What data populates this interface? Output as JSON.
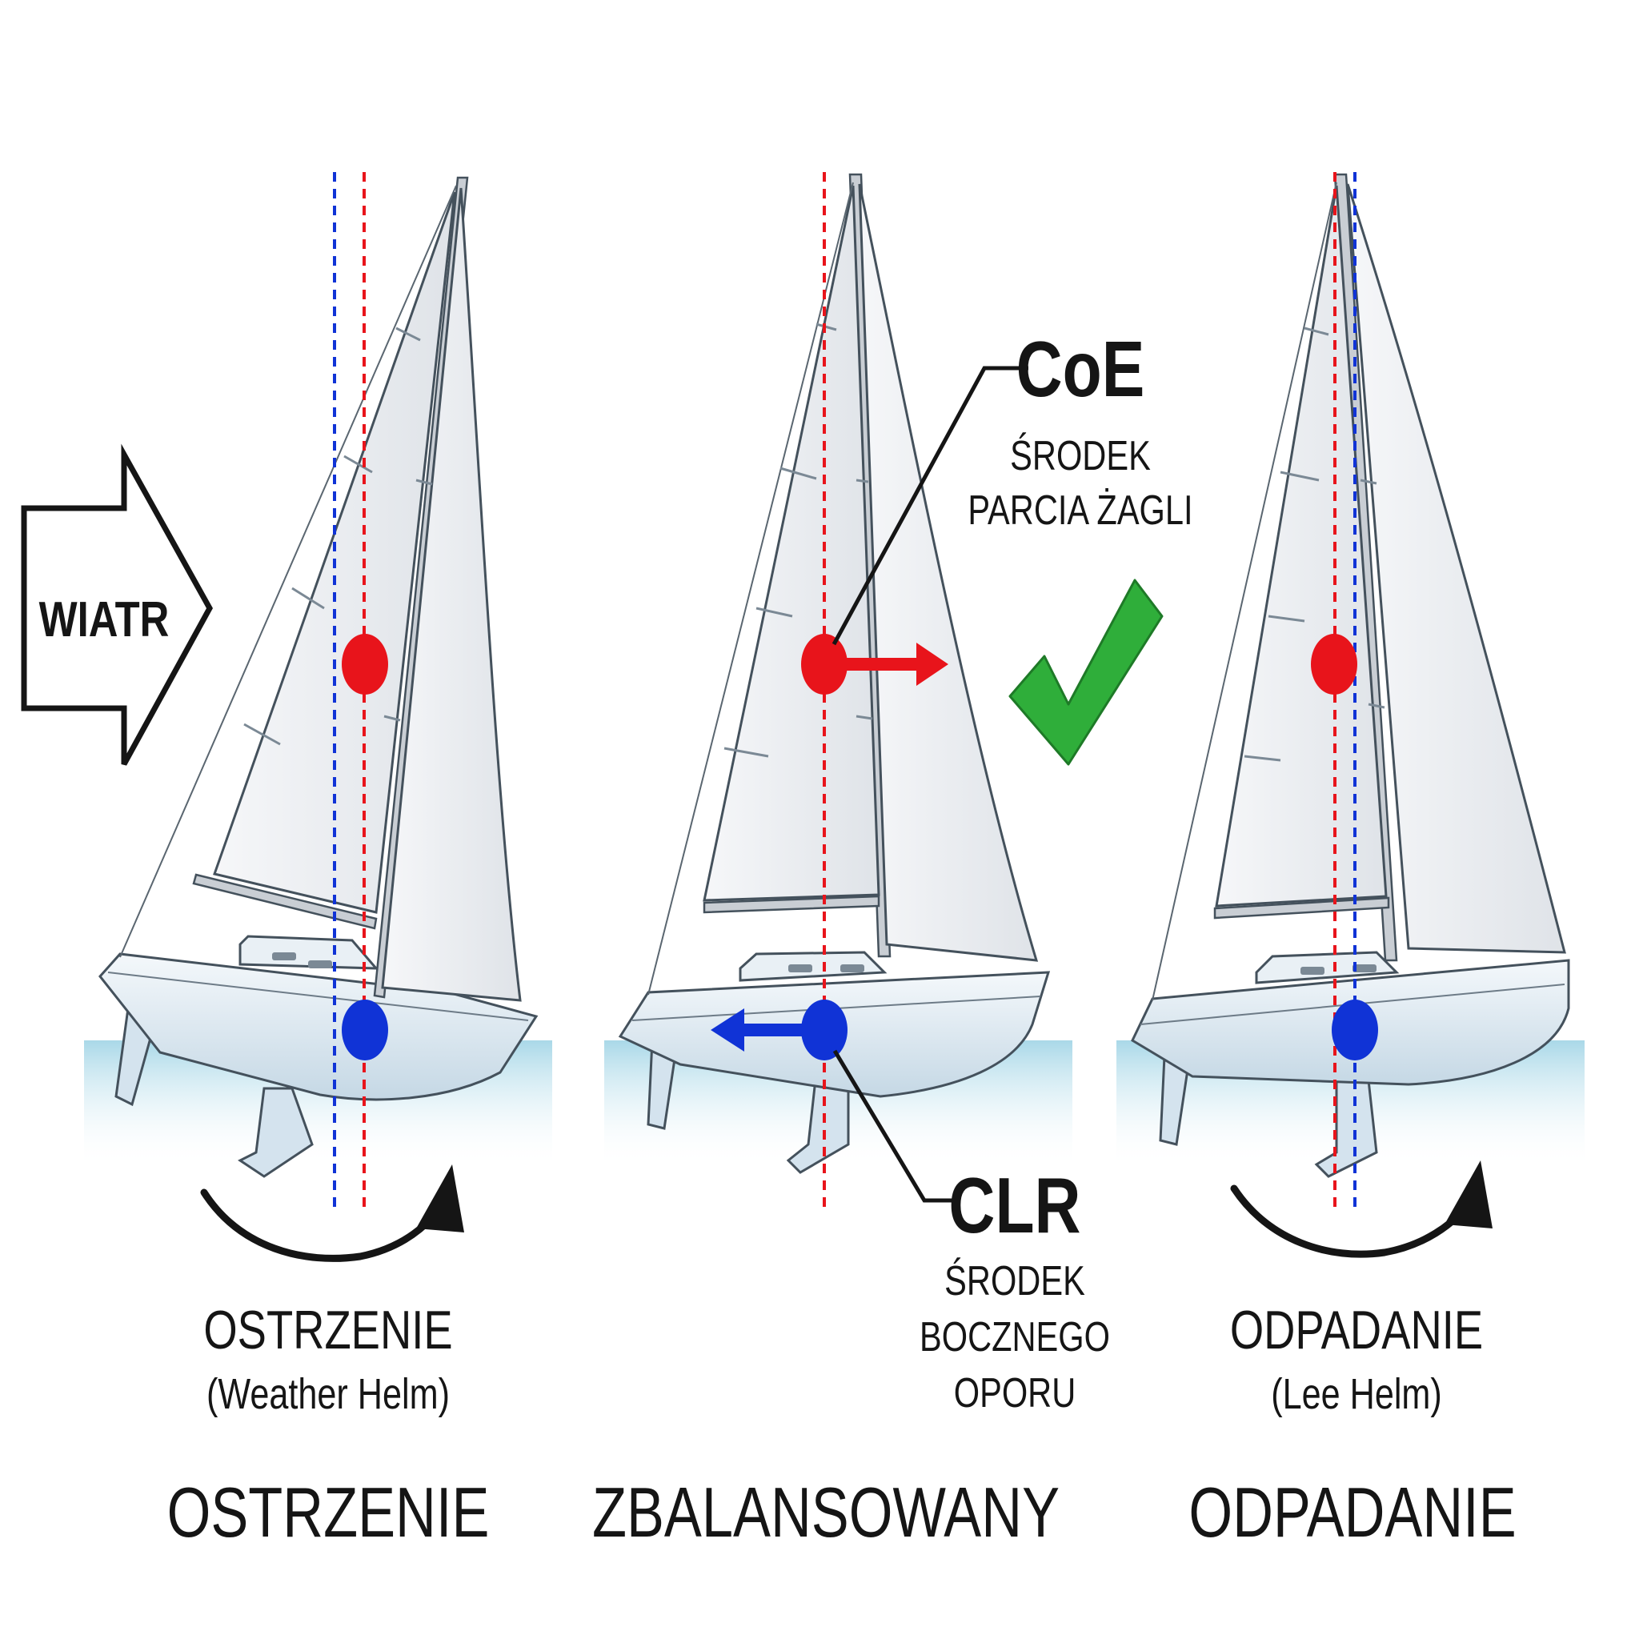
{
  "wind": {
    "label": "WIATR"
  },
  "coe": {
    "label": "CoE",
    "desc_line1": "ŚRODEK",
    "desc_line2": "PARCIA ŻAGLI"
  },
  "clr": {
    "label": "CLR",
    "desc_line1": "ŚRODEK",
    "desc_line2": "BOCZNEGO",
    "desc_line3": "OPORU"
  },
  "panels": [
    {
      "title": "OSTRZENIE",
      "subtitle": "(Weather Helm)",
      "footer": "OSTRZENIE"
    },
    {
      "footer": "ZBALANSOWANY"
    },
    {
      "title": "ODPADANIE",
      "subtitle": "(Lee Helm)",
      "footer": "ODPADANIE"
    }
  ],
  "colors": {
    "coe": "#e8141b",
    "clr": "#1033d6",
    "check": "#2fae3a",
    "water": "#bfe3ef",
    "sail": "#eef0f3",
    "hull": "#dde9f1"
  },
  "icons": [
    "wind-arrow-icon",
    "checkmark-icon",
    "rotation-arrow-icon"
  ]
}
